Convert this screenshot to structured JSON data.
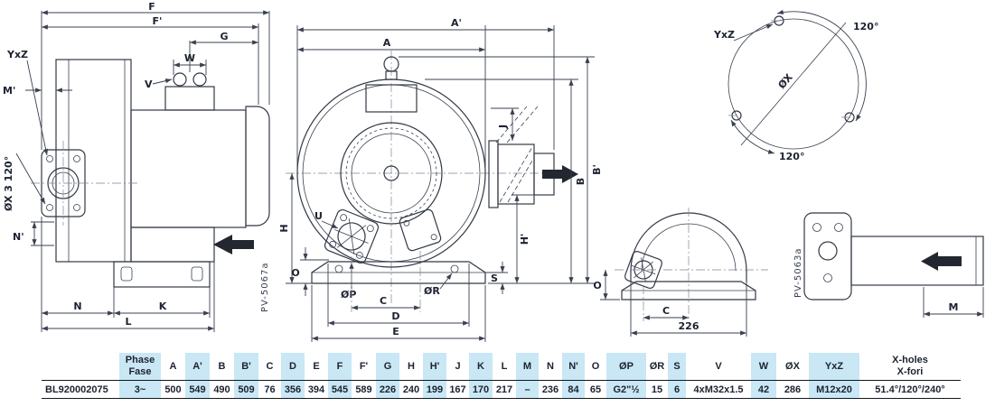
{
  "colors": {
    "highlight": "#c9e7f5",
    "line": "#323845",
    "text": "#1c2230"
  },
  "drawing": {
    "side": {
      "f": "F",
      "f_prime": "F'",
      "g": "G",
      "w": "W",
      "v": "V",
      "yxz": "YxZ",
      "m_prime": "M'",
      "ox_note": "ØX 3 120°",
      "n_prime": "N'",
      "n": "N",
      "k": "K",
      "l": "L",
      "ref": "PV-5067a"
    },
    "front": {
      "a_prime": "A'",
      "a": "A",
      "b": "B",
      "b_prime": "B'",
      "h": "H",
      "h_prime": "H'",
      "j": "J",
      "u": "U",
      "o": "O",
      "op": "ØP",
      "or": "ØR",
      "s": "S",
      "c": "C",
      "d": "D",
      "e": "E"
    },
    "bolt": {
      "yxz": "YxZ",
      "angle1": "120°",
      "ox": "ØX",
      "angle2": "120°"
    },
    "rear": {
      "o": "O",
      "c": "C",
      "width": "226"
    },
    "outlet": {
      "m": "M",
      "ref": "PV-5063a"
    }
  },
  "table": {
    "model": "BL920002075",
    "headers": {
      "phase_1": "Phase",
      "phase_2": "Fase",
      "a": "A",
      "a_prime": "A'",
      "b": "B",
      "b_prime": "B'",
      "c": "C",
      "d": "D",
      "e": "E",
      "f": "F",
      "f_prime": "F'",
      "g": "G",
      "h": "H",
      "h_prime": "H'",
      "j": "J",
      "k": "K",
      "l": "L",
      "m": "M",
      "n": "N",
      "n_prime": "N'",
      "o": "O",
      "op": "ØP",
      "or": "ØR",
      "s": "S",
      "v": "V",
      "w": "W",
      "ox": "ØX",
      "yxz": "YxZ",
      "xholes_1": "X-holes",
      "xholes_2": "X-fori"
    },
    "values": {
      "phase": "3~",
      "a": "500",
      "a_prime": "549",
      "b": "490",
      "b_prime": "509",
      "c": "76",
      "d": "356",
      "e": "394",
      "f": "545",
      "f_prime": "589",
      "g": "226",
      "h": "240",
      "h_prime": "199",
      "j": "167",
      "k": "170",
      "l": "217",
      "m": "–",
      "n": "236",
      "n_prime": "84",
      "o": "65",
      "op": "G2\"½",
      "or": "15",
      "s": "6",
      "v": "4xM32x1.5",
      "w": "42",
      "ox": "286",
      "yxz": "M12x20",
      "xholes": "51.4°/120°/240°"
    }
  }
}
